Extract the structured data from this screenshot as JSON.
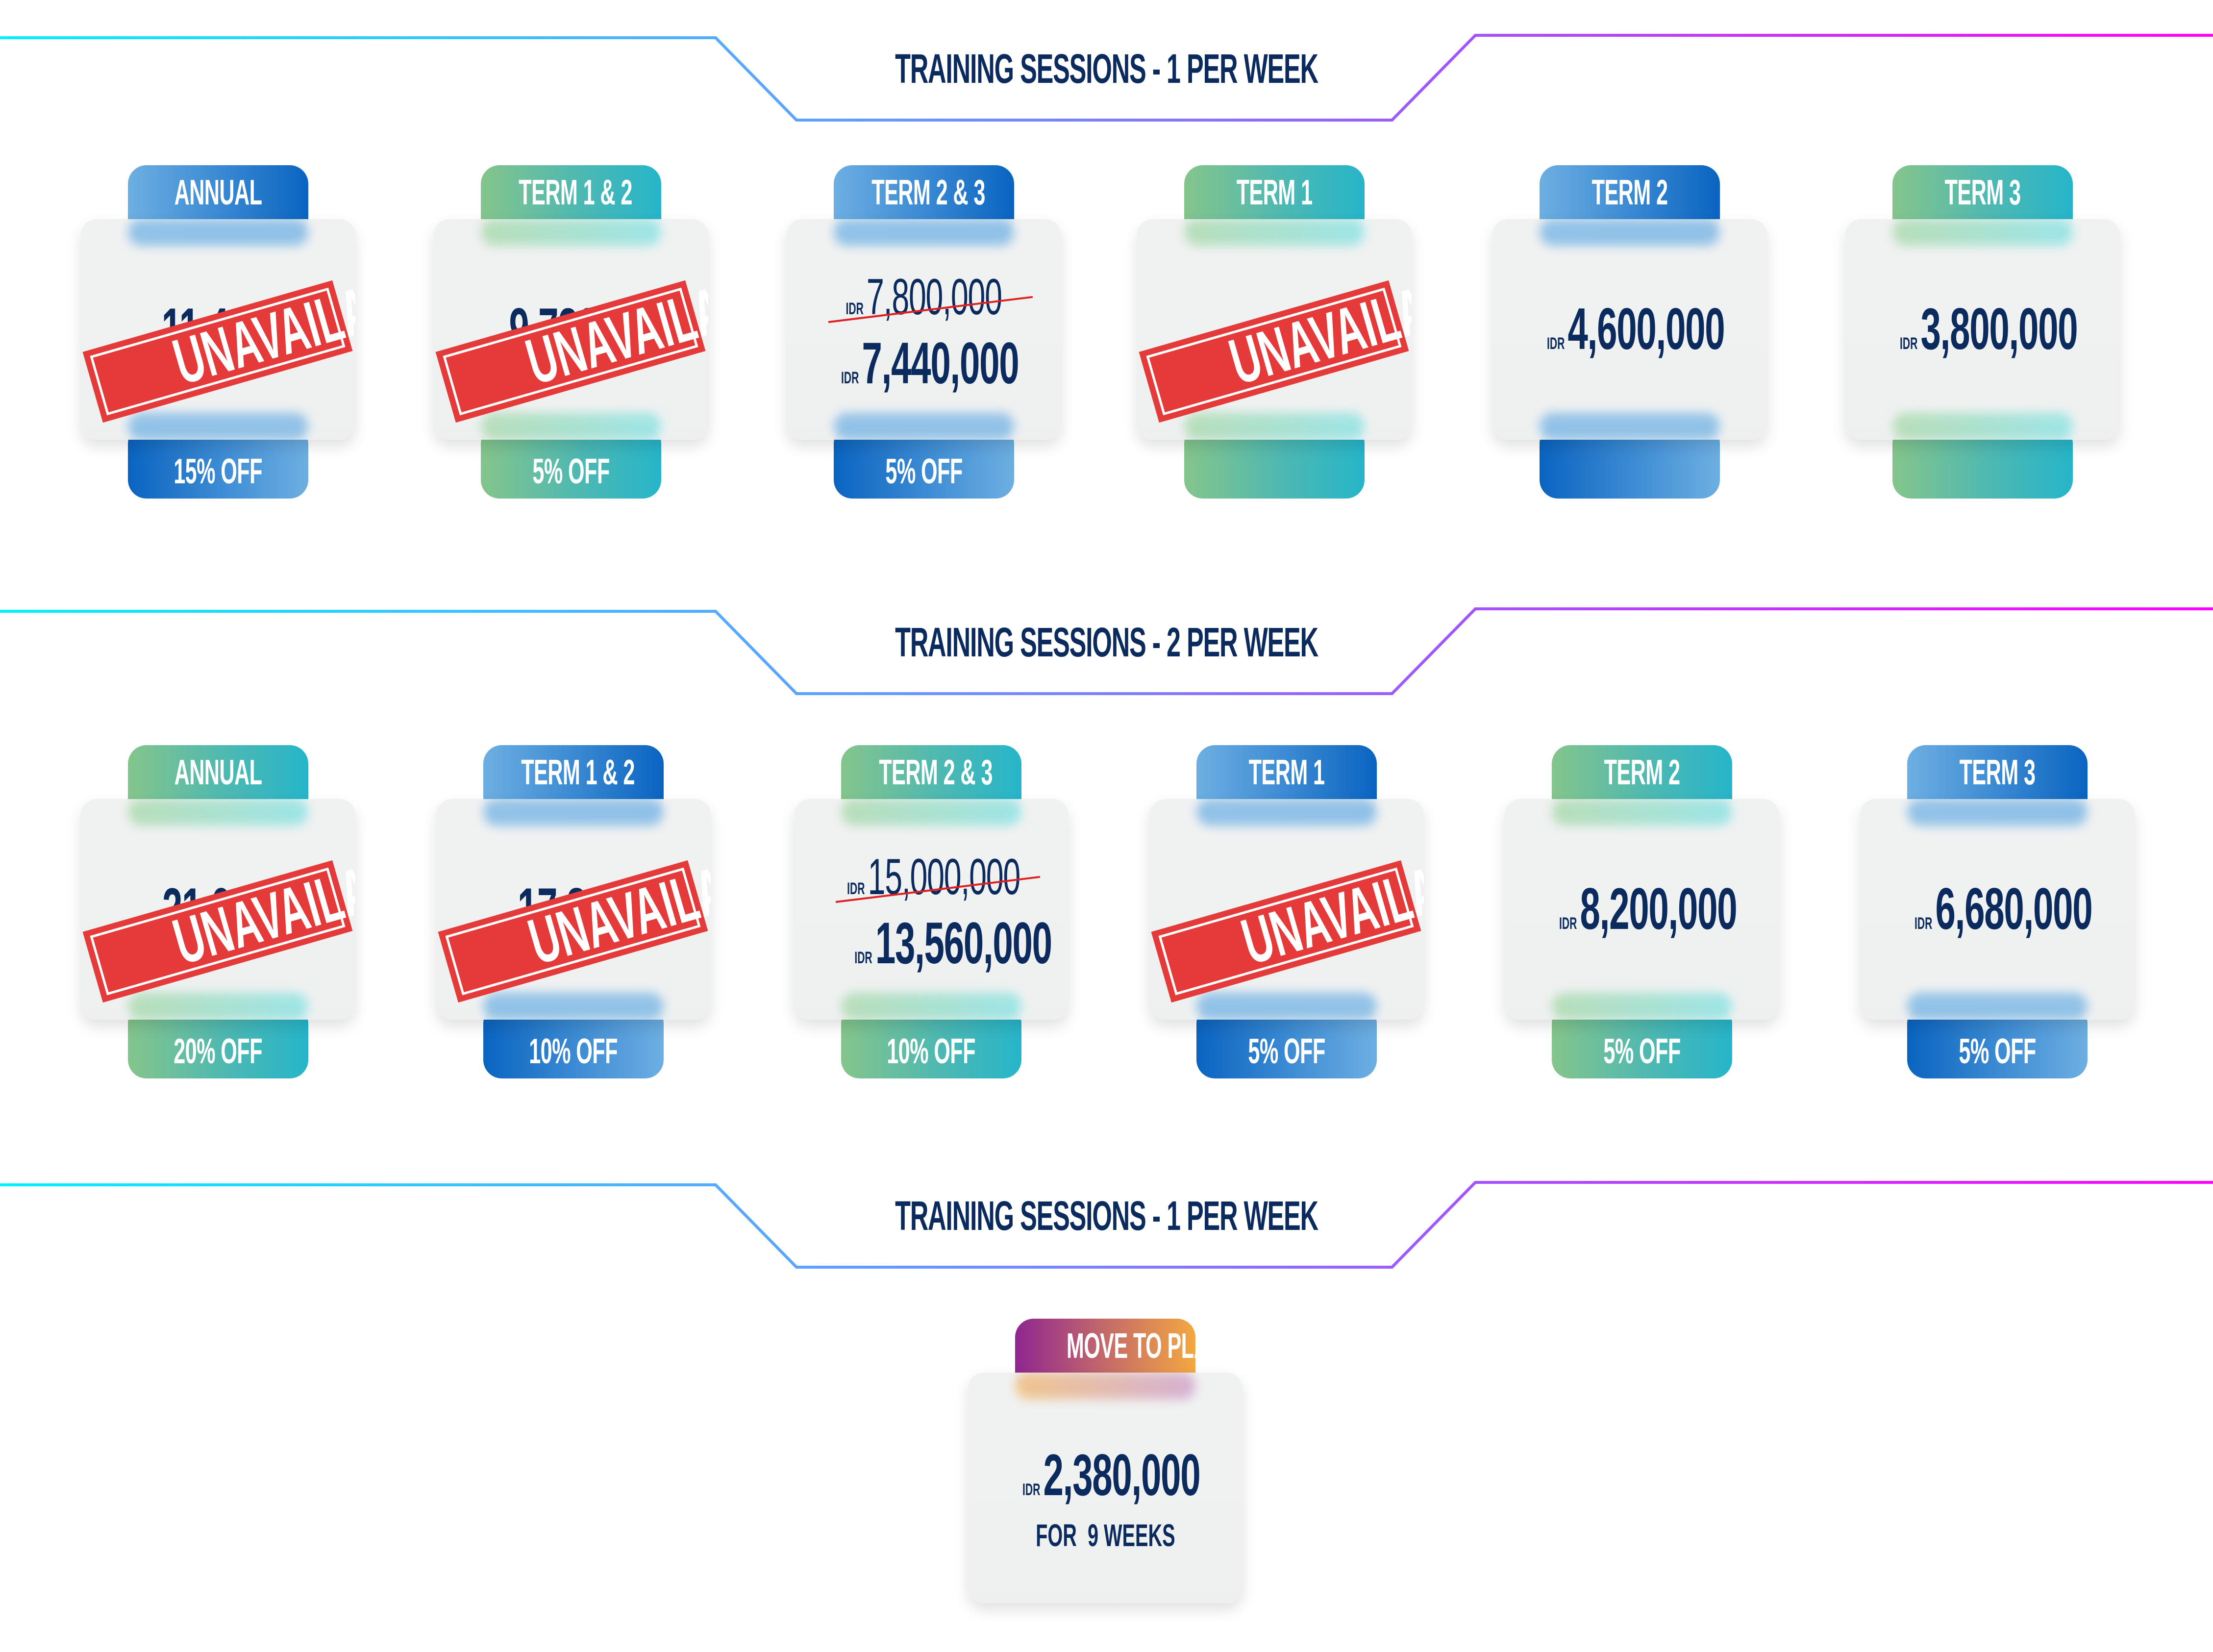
{
  "sections": [
    {
      "title": "TRAINING SESSIONS - 1 PER WEEK",
      "cards": [
        {
          "label": "ANNUAL",
          "currency": "IDR",
          "original_price": "",
          "price": "11,480,000",
          "discount": "15% OFF",
          "unavailable": true,
          "stamp": "UNAVAILABLE",
          "theme": "blue"
        },
        {
          "label": "TERM 1 & 2",
          "currency": "IDR",
          "original_price": "",
          "price": "9,720,000",
          "discount": "5% OFF",
          "unavailable": true,
          "stamp": "UNAVAILABLE",
          "theme": "green"
        },
        {
          "label": "TERM 2 & 3",
          "currency": "IDR",
          "original_price": "7,800,000",
          "price": "7,440,000",
          "discount": "5% OFF",
          "unavailable": false,
          "stamp": "",
          "theme": "blue"
        },
        {
          "label": "TERM 1",
          "currency": "IDR",
          "original_price": "",
          "price": "",
          "discount": "",
          "unavailable": true,
          "stamp": "UNAVAILABLE",
          "theme": "green"
        },
        {
          "label": "TERM 2",
          "currency": "IDR",
          "original_price": "",
          "price": "4,600,000",
          "discount": "",
          "unavailable": false,
          "stamp": "",
          "theme": "blue"
        },
        {
          "label": "TERM 3",
          "currency": "IDR",
          "original_price": "",
          "price": "3,800,000",
          "discount": "",
          "unavailable": false,
          "stamp": "",
          "theme": "green"
        }
      ]
    },
    {
      "title": "TRAINING SESSIONS - 2 PER WEEK",
      "cards": [
        {
          "label": "ANNUAL",
          "currency": "IDR",
          "original_price": "",
          "price": "21,080,000",
          "discount": "20% OFF",
          "unavailable": true,
          "stamp": "UNAVAILABLE",
          "theme": "green"
        },
        {
          "label": "TERM 1 & 2",
          "currency": "IDR",
          "original_price": "",
          "price": "17,880,000",
          "discount": "10% OFF",
          "unavailable": true,
          "stamp": "UNAVAILABLE",
          "theme": "blue"
        },
        {
          "label": "TERM 2 & 3",
          "currency": "IDR",
          "original_price": "15,000,000",
          "price": "13,560,000",
          "discount": "10% OFF",
          "unavailable": false,
          "stamp": "",
          "theme": "green"
        },
        {
          "label": "TERM 1",
          "currency": "IDR",
          "original_price": "",
          "price": "",
          "discount": "5% OFF",
          "unavailable": true,
          "stamp": "UNAVAILABLE",
          "theme": "blue"
        },
        {
          "label": "TERM 2",
          "currency": "IDR",
          "original_price": "",
          "price": "8,200,000",
          "discount": "5% OFF",
          "unavailable": false,
          "stamp": "",
          "theme": "green"
        },
        {
          "label": "TERM 3",
          "currency": "IDR",
          "original_price": "",
          "price": "6,680,000",
          "discount": "5% OFF",
          "unavailable": false,
          "stamp": "",
          "theme": "blue"
        }
      ]
    },
    {
      "title": "TRAINING SESSIONS - 1 PER WEEK",
      "cards": [
        {
          "label": "MOVE TO PLAY",
          "currency": "IDR",
          "original_price": "",
          "price": "2,380,000",
          "note": "FOR  9 WEEKS",
          "discount": "",
          "unavailable": false,
          "stamp": "",
          "theme": "move-to-play"
        }
      ]
    }
  ],
  "colors": {
    "title": "#0b2a5e",
    "stamp": "#e53a3a",
    "line_start": "#00f0ff",
    "line_mid": "#5aa6ff",
    "line_end": "#ff00ff"
  }
}
